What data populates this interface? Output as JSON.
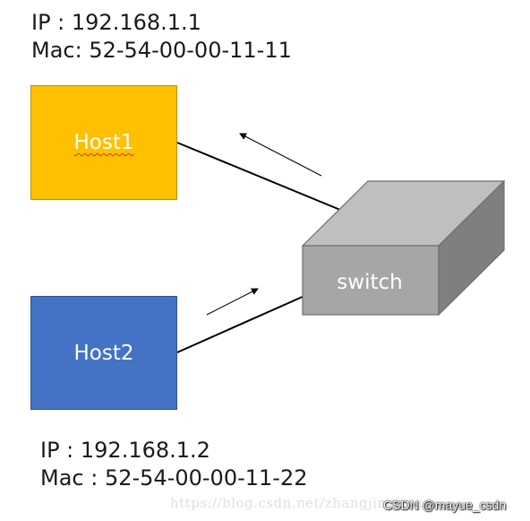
{
  "host1": {
    "label": "Host1",
    "ip": "IP : 192.168.1.1",
    "mac": "Mac: 52-54-00-00-11-11",
    "color": "#FFC000"
  },
  "host2": {
    "label": "Host2",
    "ip": "IP : 192.168.1.2",
    "mac": "Mac : 52-54-00-00-11-22",
    "color": "#4472C4"
  },
  "switch": {
    "label": "switch",
    "front_color": "#A6A6A6",
    "top_color": "#BFBFBF",
    "side_color": "#7F7F7F"
  },
  "watermark": {
    "url": "https://blog.csdn.net/zhangjingjing",
    "credit": "CSDN @mayue_csdn"
  }
}
